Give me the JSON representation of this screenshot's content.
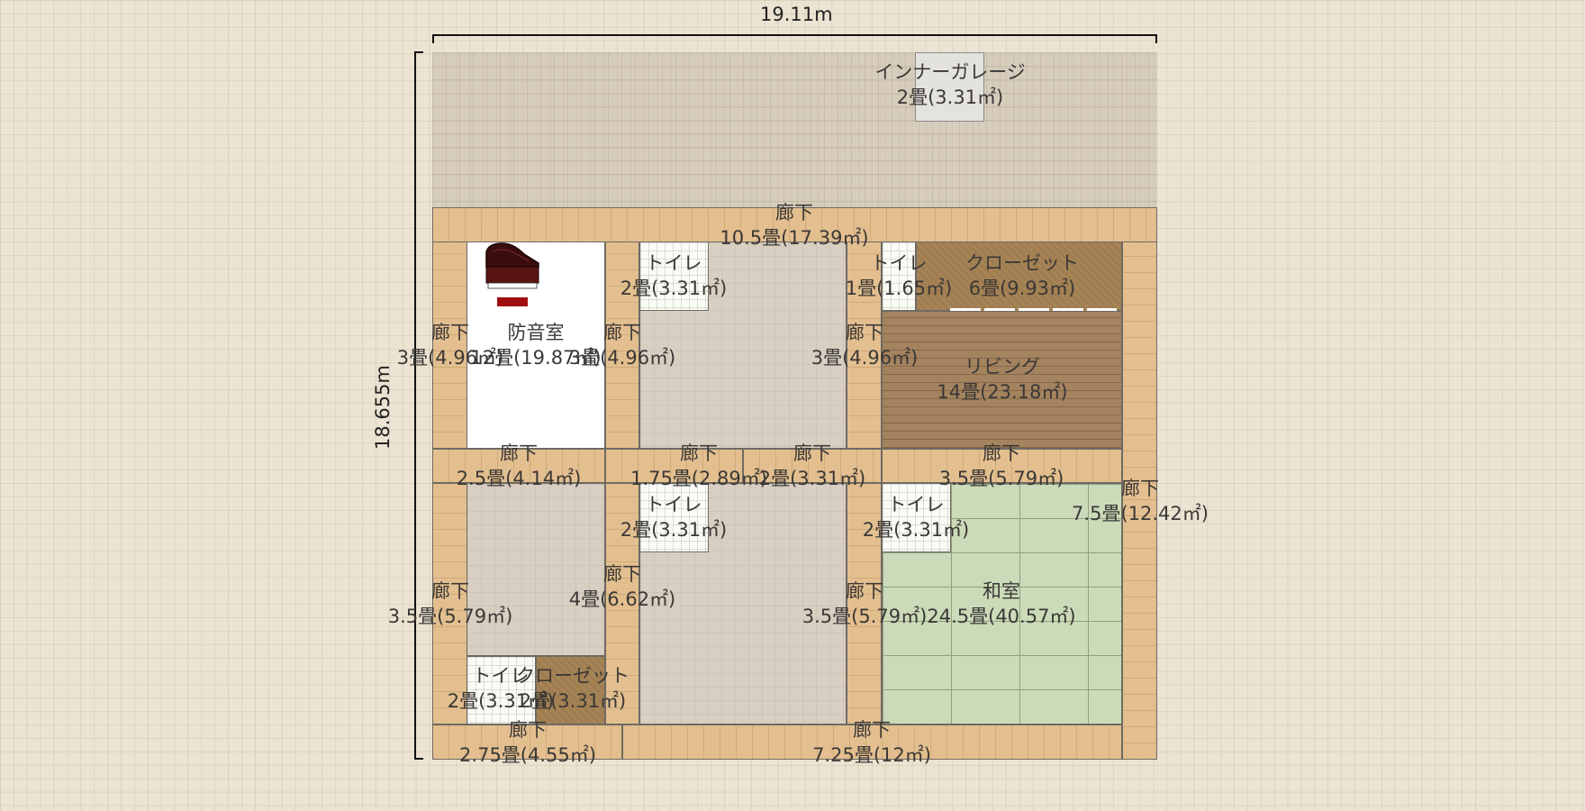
{
  "dimensions": {
    "width_label": "19.11m",
    "height_label": "18.655m"
  },
  "rooms": {
    "inner_garage": {
      "name": "インナーガレージ",
      "area": "2畳(3.31㎡)"
    },
    "hall_top": {
      "name": "廊下",
      "area": "10.5畳(17.39㎡)"
    },
    "soundproof": {
      "name": "防音室",
      "area": "12畳(19.87㎡)"
    },
    "hall_left_top": {
      "name": "廊下",
      "area": "3畳(4.96㎡)"
    },
    "hall_mid1_top": {
      "name": "廊下",
      "area": "3畳(4.96㎡)"
    },
    "toilet_top_left": {
      "name": "トイレ",
      "area": "2畳(3.31㎡)"
    },
    "toilet_top_right": {
      "name": "トイレ",
      "area": "1畳(1.65㎡)"
    },
    "closet_top": {
      "name": "クローゼット",
      "area": "6畳(9.93㎡)"
    },
    "hall_mid2_top": {
      "name": "廊下",
      "area": "3畳(4.96㎡)"
    },
    "living": {
      "name": "リビング",
      "area": "14畳(23.18㎡)"
    },
    "hall_cross_left": {
      "name": "廊下",
      "area": "2.5畳(4.14㎡)"
    },
    "hall_cross_mid1": {
      "name": "廊下",
      "area": "1.75畳(2.89㎡)"
    },
    "hall_cross_mid2": {
      "name": "廊下",
      "area": "2畳(3.31㎡)"
    },
    "hall_cross_right": {
      "name": "廊下",
      "area": "3.5畳(5.79㎡)"
    },
    "hall_right": {
      "name": "廊下",
      "area": "7.5畳(12.42㎡)"
    },
    "toilet_mid_left": {
      "name": "トイレ",
      "area": "2畳(3.31㎡)"
    },
    "toilet_mid_right": {
      "name": "トイレ",
      "area": "2畳(3.31㎡)"
    },
    "hall_mid1_bottom": {
      "name": "廊下",
      "area": "4畳(6.62㎡)"
    },
    "hall_left_bottom": {
      "name": "廊下",
      "area": "3.5畳(5.79㎡)"
    },
    "hall_mid2_bottom": {
      "name": "廊下",
      "area": "3.5畳(5.79㎡)"
    },
    "washitsu": {
      "name": "和室",
      "area": "24.5畳(40.57㎡)"
    },
    "toilet_bottom": {
      "name": "トイレ",
      "area": "2畳(3.31㎡)"
    },
    "closet_bottom": {
      "name": "クローゼット",
      "area": "2畳(3.31㎡)"
    },
    "hall_bottom_left": {
      "name": "廊下",
      "area": "2.75畳(4.55㎡)"
    },
    "hall_bottom_right": {
      "name": "廊下",
      "area": "7.25畳(12㎡)"
    }
  }
}
